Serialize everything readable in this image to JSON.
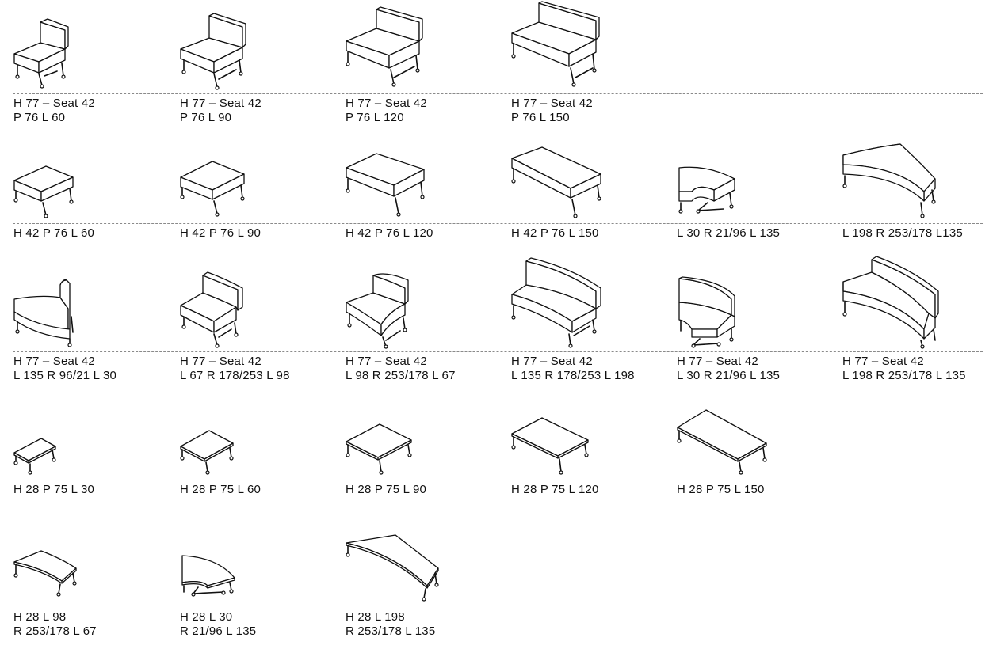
{
  "rows": [
    {
      "items": [
        {
          "type": "chair-1",
          "lines": [
            "H 77 – Seat 42",
            "P 76  L 60"
          ]
        },
        {
          "type": "sofa-2",
          "lines": [
            "H 77 – Seat 42",
            "P 76  L 90"
          ]
        },
        {
          "type": "sofa-3",
          "lines": [
            "H 77 – Seat 42",
            "P 76  L 120"
          ]
        },
        {
          "type": "sofa-4",
          "lines": [
            "H 77 – Seat 42",
            "P 76  L 150"
          ]
        }
      ]
    },
    {
      "items": [
        {
          "type": "bench-1",
          "lines": [
            "H 42  P 76  L 60"
          ]
        },
        {
          "type": "bench-2",
          "lines": [
            "H 42  P 76  L 90"
          ]
        },
        {
          "type": "bench-3",
          "lines": [
            "H 42  P 76  L 120"
          ]
        },
        {
          "type": "bench-4",
          "lines": [
            "H 42  P 76  L 150"
          ]
        },
        {
          "type": "bench-quarter",
          "lines": [
            "L 30  R 21/96  L 135"
          ]
        },
        {
          "type": "bench-curve",
          "lines": [
            "L 198  R 253/178  L135"
          ]
        }
      ]
    },
    {
      "items": [
        {
          "type": "curved-corner-back",
          "lines": [
            "H 77 – Seat 42",
            "L 135  R 96/21  L 30"
          ]
        },
        {
          "type": "curved-chair-a",
          "lines": [
            "H 77 – Seat 42",
            "L 67  R 178/253  L 98"
          ]
        },
        {
          "type": "curved-chair-b",
          "lines": [
            "H 77 – Seat 42",
            "L 98  R 253/178  L 67"
          ]
        },
        {
          "type": "curved-sofa",
          "lines": [
            "H 77 – Seat 42",
            "L 135  R 178/253  L 198"
          ]
        },
        {
          "type": "quarter-back",
          "lines": [
            "H 77 – Seat 42",
            "L 30  R 21/96  L 135"
          ]
        },
        {
          "type": "curved-sofa-long",
          "lines": [
            "H 77 – Seat 42",
            "L 198  R 253/178  L 135"
          ]
        }
      ]
    },
    {
      "items": [
        {
          "type": "table-1",
          "lines": [
            "H 28  P 75  L 30"
          ]
        },
        {
          "type": "table-2",
          "lines": [
            "H 28  P 75  L 60"
          ]
        },
        {
          "type": "table-3",
          "lines": [
            "H 28  P 75  L 90"
          ]
        },
        {
          "type": "table-4",
          "lines": [
            "H 28  P 75  L 120"
          ]
        },
        {
          "type": "table-5",
          "lines": [
            "H 28  P 75  L 150"
          ]
        }
      ]
    },
    {
      "items": [
        {
          "type": "ctable-1",
          "lines": [
            "H 28 L 98",
            "R 253/178  L 67"
          ]
        },
        {
          "type": "ctable-2",
          "lines": [
            "H 28 L 30",
            "R 21/96  L 135"
          ]
        },
        {
          "type": "ctable-3",
          "lines": [
            "H 28 L 198",
            "R 253/178  L 135"
          ]
        }
      ]
    }
  ]
}
